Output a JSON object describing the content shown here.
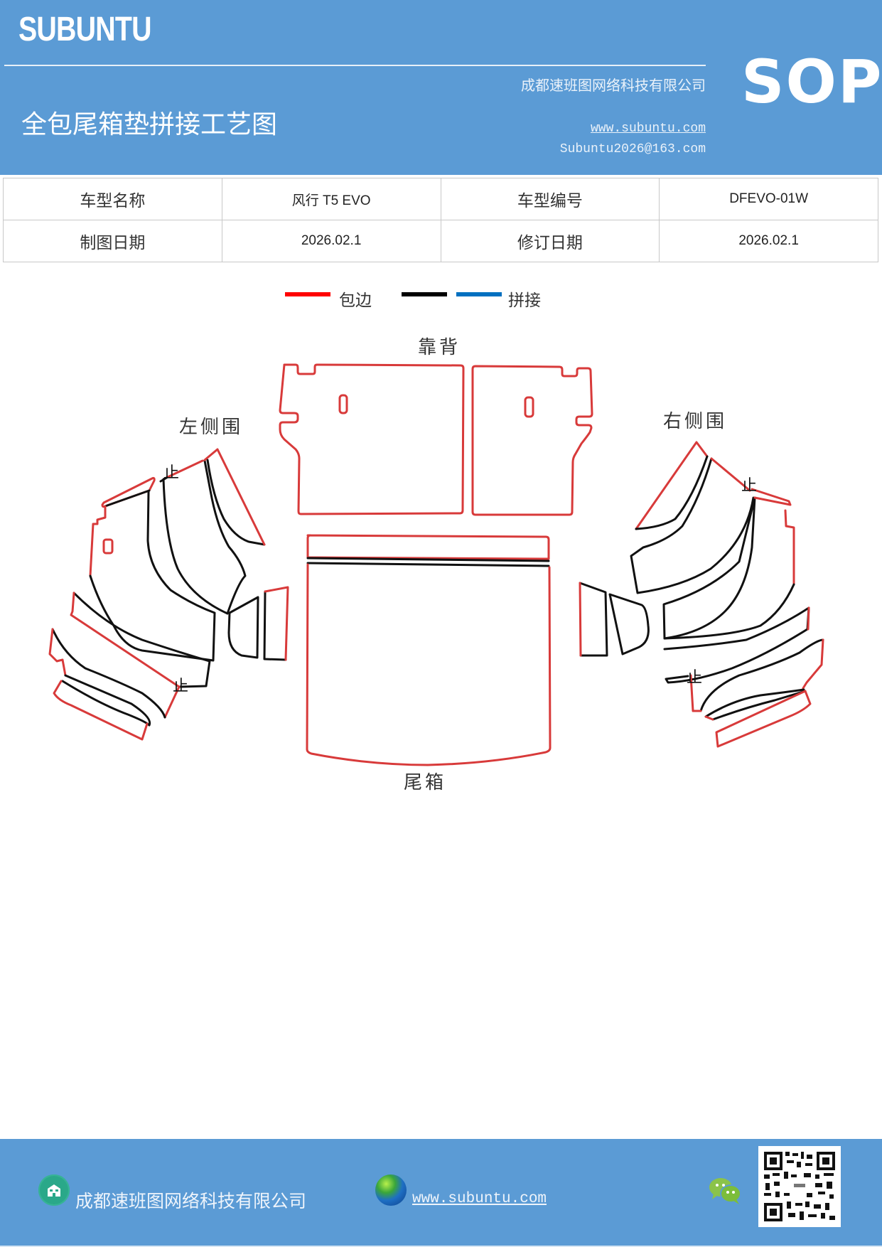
{
  "header": {
    "brand": "SUBUNTU",
    "doc_title": "全包尾箱垫拼接工艺图",
    "company": "成都速班图网络科技有限公司",
    "website": "www.subuntu.com",
    "email": "Subuntu2026@163.com",
    "badge": "SOP",
    "bg_color": "#5b9bd5"
  },
  "info_table": {
    "rows": [
      [
        {
          "label": "车型名称"
        },
        {
          "value": "风行 T5 EVO"
        },
        {
          "label": "车型编号"
        },
        {
          "value": "DFEVO-01W"
        }
      ],
      [
        {
          "label": "制图日期"
        },
        {
          "value": "2026.02.1"
        },
        {
          "label": "修订日期"
        },
        {
          "value": "2026.02.1"
        }
      ]
    ]
  },
  "legend": {
    "items": [
      {
        "label": "包边",
        "color": "#ff0000"
      },
      {
        "label": "",
        "color": "#000000"
      },
      {
        "label": "拼接",
        "color": "#0070c0"
      }
    ]
  },
  "diagram": {
    "labels": {
      "backrest": "靠背",
      "left_side": "左侧围",
      "right_side": "右侧围",
      "trunk": "尾箱"
    },
    "marker": "止",
    "edge_color": "#d83a3a",
    "seam_color": "#111111"
  },
  "footer": {
    "company": "成都速班图网络科技有限公司",
    "website": "www.subuntu.com ",
    "icons": [
      "building-icon",
      "globe-icon",
      "wechat-icon",
      "qr-code"
    ]
  }
}
